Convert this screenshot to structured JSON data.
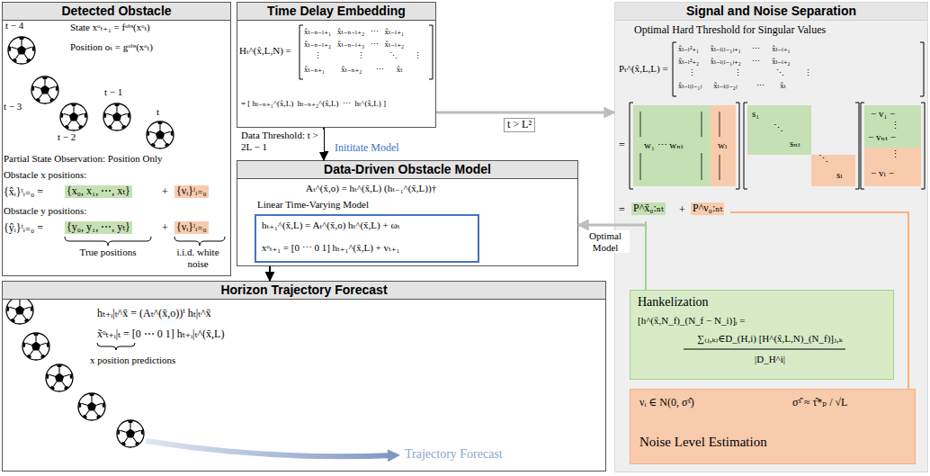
{
  "diagram": {
    "nodes": [
      {
        "text": [
          "Detected Obstacle"
        ]
      },
      {
        "text": [
          "Time Delay Embedding"
        ]
      },
      {
        "text": [
          "Signal and Noise Separation"
        ]
      },
      {
        "text": [
          "Data-Driven Obstacle Model"
        ]
      },
      {
        "text": [
          "hₜ₊₁^(x̄,L) = Aₜ^(x̄,o) hₜ^(x̄,L) + ωₜ",
          "xᵒₜ₊₁ = [0 ⋯ 0 1] hₜ₊₁^(x̄,L) + vₜ₊₁"
        ],
        "in": 3
      },
      {
        "text": [
          "Hankelization",
          "[h^(x̂,N_f)_(N_f − N_i)]ᵢ =",
          "∑₍ⱼ,ₖ₎∈D_(H,i) [H^(x̂,L,N)_(N_f)]ⱼ,ₖ",
          "|D_H^i|"
        ],
        "in": 2
      },
      {
        "text": [
          "νᵢ ∈ N(0, σˣ̂)",
          "σˣ̂ ≈ τ̂*ₚ / √L",
          "Noise Level Estimation"
        ],
        "in": 2
      },
      {
        "text": [
          "Horizon Trajectory Forecast"
        ]
      }
    ],
    "edges": [
      {
        "from": 1,
        "to": 3,
        "arrow": "to",
        "label": "Data Threshold: t > 2L − 1"
      },
      {
        "from": 1,
        "to": 2,
        "arrow": "to",
        "label": "t > L²"
      },
      {
        "from": 2,
        "to": 3,
        "arrow": "to",
        "label": "Optimal Model"
      },
      {
        "from": 3,
        "to": 7,
        "arrow": "to"
      }
    ],
    "labels": [
      "t − 4",
      "State xᵒₜ₊₁ = fᵒᵇˢ(xᵒₜ)",
      "Position oₜ = gᵒᵇˢ(xᵒₜ)",
      "t − 3",
      "t − 2",
      "t − 1",
      "t",
      "Partial State Observation: Position Only",
      "Obstacle x positions:",
      "{x̂ᵢ}ᵗᵢ₌₀ =",
      "{x₀, x₁, ⋯, xₜ}",
      "+",
      "{νᵢ}ᵗᵢ₌₀",
      "Obstacle y positions:",
      "{ŷᵢ}ᵗᵢ₌₀ =",
      "{y₀, y₁, ⋯, yₜ}",
      "+",
      "{νᵢ}ᵗᵢ₌₀",
      "True positions",
      "i.i.d. white noise",
      "Hₜ^(x̂,L,N) =",
      "x̂ₜ₋ₙ₋ₗ₊₁   x̂ₜ₋ₙ₋ₗ₊₂   ⋯   x̂ₜ₋ₗ₊₁",
      "x̂ₜ₋ₙ₋ₗ₊₂   x̂ₜ₋ₙ₋ₗ₊₃   ⋯   x̂ₜ₋ₗ₊₂",
      "     ⋮                 ⋮            ⋱        ⋮",
      "x̂ₜ₋ₙ₊₁        x̂ₜ₋ₙ₊₂       ⋯      x̂ₜ",
      "= [ hₜ₋ₙ₊₁^(x̂,L)  hₜ₋ₙ₊₂^(x̂,L)  ⋯  hₜ^(x̂,L) ]",
      "Inititate Model",
      "Aₜ^(x̄,o) = hₜ^(x̄,L) (hₜ₋₁^(x̄,L))†",
      "Linear Time-Varying Model",
      "hₜ₊ᵢ|ₜ^x̄ = (Aₜ^(x̄,o))ⁱ hₜ|ₜ^x̄",
      "x̃ᵒₜ₊ᵢ|ₜ = [0 ⋯ 0 1] hₜ₊ᵢ|ₜ^(x̄,L)",
      "x position predictions",
      "Trajectory Forecast",
      "Optimal Hard Threshold for Singular Values",
      "Pₜ^(x̂,L,L) =",
      "x̂ₜ₋ₗ²₊₁      x̂ₜ₋ₗ₍ₗ₋₁₎₊₁      ⋯      x̂ₜ₋ₗ₊₁",
      "x̂ₜ₋ₗ²₊₂      x̂ₜ₋ₗ₍ₗ₋₁₎₊₂      ⋯      x̂ₜ₋ₗ₊₂",
      "     ⋮                    ⋮                  ⋱          ⋮",
      "x̂ₜ₋ₗ₍ₗ₋₁₎      x̂ₜ₋ₗ₍ₗ₋₂₎          ⋯        x̂ₜ",
      "=",
      "w₁ ⋯ wₙₜ",
      "wₗ",
      "s₁",
      "⋱",
      "sₙₜ",
      "⋱",
      "sₗ",
      "− v₁ −",
      "⋮",
      "− vₙₜ −",
      "⋮",
      "− vₗ −",
      "=",
      "P^x̄₀:ₙₜ",
      "+",
      "P^ν₀:ₙₜ"
    ]
  }
}
